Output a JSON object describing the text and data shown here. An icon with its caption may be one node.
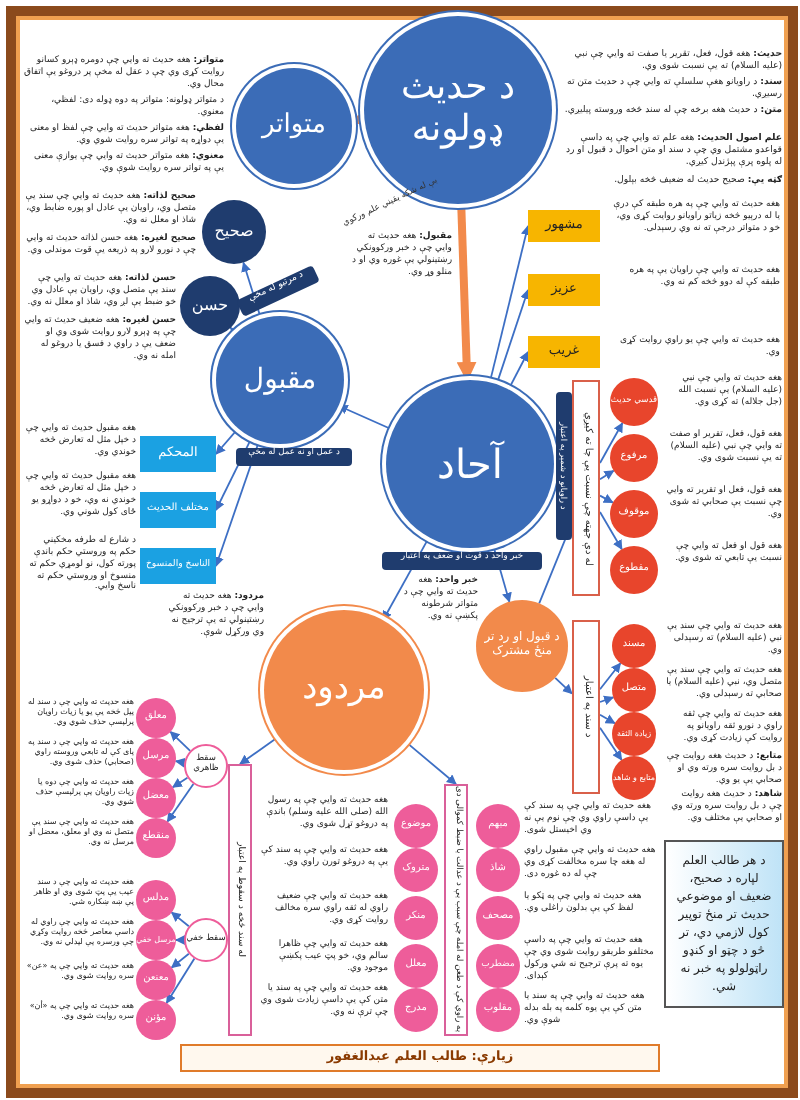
{
  "diagram": {
    "nodes": [
      {
        "text": [
          "د حدیث ډولونه"
        ]
      },
      {
        "text": [
          "متواتر"
        ],
        "beside": [
          "**متواتر:** هغه حدیث ته وایي چې دومره ډېرو کسانو روایت کړی وي چې د عقل له مخې پر دروغو یې اتفاق محال وي.",
          "د متواتر ډولونه: متواتر په دوه ډوله دی: لفظي، معنوي.",
          "**لفظي:** هغه متواتر حدیث ته وایي چې لفظ او معنی یې دواړه په تواتر سره روایت شوي وي.",
          "**معنوي:** هغه متواتر حدیث ته وایي چې یوازې معنی یې په تواتر سره روایت شوې وي."
        ]
      },
      {
        "text": [
          "آحاد"
        ]
      },
      {
        "text": [
          "مقبول"
        ]
      },
      {
        "text": [
          "مردود"
        ],
        "beside": [
          "**مردود:** هغه حدیث ته وایي چې د خبر ورکوونکي رښتینولي ته یې ترجیح نه وي ورکړل شوې."
        ]
      },
      {
        "text": [
          "صحیح"
        ],
        "beside": [
          "**صحیح لذاته:** هغه حدیث ته وایي چې سند یې متصل وي، راویان یې عادل او پوره ضابط وي، شاذ او معلل نه وي.",
          "**صحیح لغیره:** هغه حسن لذاته حدیث ته وایي چې د نورو لارو په ذریعه یې قوت موندلی وي."
        ]
      },
      {
        "text": [
          "حسن"
        ],
        "beside": [
          "**حسن لذاته:** هغه حدیث ته وایي چې سند یې متصل وي، راویان یې عادل وي خو ضبط یې لږ وي، شاذ او معلل نه وي.",
          "**حسن لغیره:** هغه ضعیف حدیث ته وایي چې په ډېرو لارو روایت شوی وي او ضعف یې د راوي د فسق یا دروغو له امله نه وي."
        ]
      },
      {
        "text": [
          "المحکم"
        ],
        "beside": [
          "هغه مقبول حدیث ته وایي چې د خپل مثل له تعارض څخه خوندي وي."
        ]
      },
      {
        "text": [
          "مختلف الحدیث"
        ],
        "beside": [
          "هغه مقبول حدیث ته وایي چې د خپل مثل له تعارض څخه خوندي نه وي، خو د دواړو یو ځای کول شوني وي."
        ]
      },
      {
        "text": [
          "الناسخ والمنسوخ"
        ],
        "beside": [
          "د شارع له طرفه مخکیني حکم په وروستي حکم باندې پورته کول، نو لومړي حکم ته منسوخ او وروستي حکم ته ناسخ وایي."
        ]
      },
      {
        "text": [
          "مشهور"
        ],
        "beside": [
          "هغه حدیث ته وایي چې په هره طبقه کې درې یا له درېیو څخه زیاتو راویانو روایت کړی وي، خو د متواتر درجې ته نه وي رسېدلی."
        ]
      },
      {
        "text": [
          "عزیز"
        ],
        "beside": [
          "هغه حدیث ته وایي چې راویان یې په هره طبقه کې له دوو څخه کم نه وي."
        ]
      },
      {
        "text": [
          "غریب"
        ],
        "beside": [
          "هغه حدیث ته وایي چې یو راوي روایت کړی وي."
        ]
      },
      {
        "text": [
          "د قبول او رد تر منځ مشترک"
        ]
      },
      {
        "text": [
          "له دې جهته چې نسبت یې چا ته کیږي"
        ]
      },
      {
        "text": [
          "قدسي حدیث"
        ],
        "beside": [
          "هغه حدیث ته وایي چې نبي (علیه السلام) یې نسبت الله (جل جلاله) ته کړی وي."
        ]
      },
      {
        "text": [
          "مرفوع"
        ],
        "beside": [
          "هغه قول، فعل، تقریر او صفت ته وایي چې نبي (علیه السلام) ته یې نسبت شوی وي."
        ]
      },
      {
        "text": [
          "موقوف"
        ],
        "beside": [
          "هغه قول، فعل او تقریر ته وایي چې نسبت یې صحابي ته شوی وي."
        ]
      },
      {
        "text": [
          "مقطوع"
        ],
        "beside": [
          "هغه قول او فعل ته وایي چې نسبت یې تابعي ته شوی وي."
        ]
      },
      {
        "text": [
          "د سند په اعتبار"
        ]
      },
      {
        "text": [
          "مسند"
        ],
        "beside": [
          "هغه حدیث ته وایي چې سند یې نبي (علیه السلام) ته رسېدلی وي."
        ]
      },
      {
        "text": [
          "متصل"
        ],
        "beside": [
          "هغه حدیث ته وایي چې سند یې متصل وي، نبي (علیه السلام) یا صحابي ته رسېدلی وي."
        ]
      },
      {
        "text": [
          "زیادة الثقة"
        ],
        "beside": [
          "هغه حدیث ته وایي چې ثقه راوي د نورو ثقه راویانو په روایت کې زیادت کړی وي."
        ]
      },
      {
        "text": [
          "متابع و شاهد"
        ],
        "beside": [
          "**متابع:** د حدیث هغه روایت چې د بل روایت سره ورته وي او صحابي یې یو وي.",
          "**شاهد:** د حدیث هغه روایت چې د بل روایت سره ورته وي او صحابي یې مختلف وي."
        ]
      },
      {
        "text": [
          "له سند څخه د سقوط په اعتبار"
        ]
      },
      {
        "text": [
          "سقط ظاهري"
        ]
      },
      {
        "text": [
          "معلق"
        ],
        "beside": [
          "هغه حدیث ته وایي چې د سند له پیل څخه یې یو یا زیات راویان پرلپسې حذف شوي وي."
        ]
      },
      {
        "text": [
          "مرسل"
        ],
        "beside": [
          "هغه حدیث ته وایي چې د سند په پای کې له تابعي وروسته راوي (صحابي) حذف شوی وي."
        ]
      },
      {
        "text": [
          "معضل"
        ],
        "beside": [
          "هغه حدیث ته وایي چې دوه یا زیات راویان یې پرلپسې حذف شوي وي."
        ]
      },
      {
        "text": [
          "منقطع"
        ],
        "beside": [
          "هغه حدیث ته وایي چې سند یې متصل نه وي او معلق، معضل او مرسل نه وي."
        ]
      },
      {
        "text": [
          "سقط خفي"
        ]
      },
      {
        "text": [
          "مدلس"
        ],
        "beside": [
          "هغه حدیث ته وایي چې د سند عیب یې پټ شوی وي او ظاهر یې ښه ښکاره شي."
        ]
      },
      {
        "text": [
          "مرسل خفي"
        ],
        "beside": [
          "هغه حدیث ته وایي چې راوي له داسې معاصر څخه روایت وکړي چې ورسره یې لیدلي نه وي."
        ]
      },
      {
        "text": [
          "معنعن"
        ],
        "beside": [
          "هغه حدیث ته وایي چې په «عن» سره روایت شوی وي."
        ]
      },
      {
        "text": [
          "مؤنن"
        ],
        "beside": [
          "هغه حدیث ته وایي چې په «أن» سره روایت شوی وي."
        ]
      },
      {
        "text": [
          "په راوي کې د طعن له امله چې سبب یې د عدالت یا ضبط کموالی دی"
        ]
      },
      {
        "text": [
          "موضوع"
        ],
        "beside": [
          "هغه حدیث ته وایي چې په رسول الله (صلی الله علیه وسلم) باندې په دروغو تړل شوی وي."
        ]
      },
      {
        "text": [
          "متروک"
        ],
        "beside": [
          "هغه حدیث ته وایي چې په سند کې یې په دروغو تورن راوي وي."
        ]
      },
      {
        "text": [
          "منکر"
        ],
        "beside": [
          "هغه حدیث ته وایي چې ضعیف راوي له ثقه راوي سره مخالف روایت کړی وي."
        ]
      },
      {
        "text": [
          "معلل"
        ],
        "beside": [
          "هغه حدیث ته وایي چې ظاهرا سالم وي، خو پټ عیب پکښې موجود وي."
        ]
      },
      {
        "text": [
          "مدرج"
        ],
        "beside": [
          "هغه حدیث ته وایي چې په سند یا متن کې یې داسې زیادت شوی وي چې ترې نه وي."
        ]
      },
      {
        "text": [
          "مبهم"
        ],
        "beside": [
          "هغه حدیث ته وایي چې په سند کې یې داسې راوي وي چې نوم یې نه وي اخیستل شوی."
        ]
      },
      {
        "text": [
          "شاذ"
        ],
        "beside": [
          "هغه حدیث ته وایي چې مقبول راوي له هغه چا سره مخالفت کړی وي چې له ده غوره دی."
        ]
      },
      {
        "text": [
          "مصحف"
        ],
        "beside": [
          "هغه حدیث ته وایي چې په ټکو یا لفظ کې یې بدلون راغلی وي."
        ]
      },
      {
        "text": [
          "مضطرب"
        ],
        "beside": [
          "هغه حدیث ته وایي چې په داسې مختلفو طریقو روایت شوی وي چې یوه ته پرې ترجیح نه شي ورکول کېدای."
        ]
      },
      {
        "text": [
          "مقلوب"
        ],
        "beside": [
          "هغه حدیث ته وایي چې په سند یا متن کې یې یوه کلمه په بله بدله شوې وي."
        ]
      },
      {
        "text": [
          "د هر طالب العلم لپاره د صحیح، ضعیف او موضوعي حدیث تر منځ توپیر کول لازمي دي، تر څو د چټو او کنډو راټولولو په خبر نه شي."
        ]
      },
      {
        "text": [
          "زیارې: طالب العلم عبدالغفور"
        ]
      }
    ],
    "edges": [
      {
        "from": 0,
        "to": 1,
        "arrow": "to",
        "style": "thick",
        "color": "#f28a4b"
      },
      {
        "from": 0,
        "to": 2,
        "arrow": "to",
        "style": "thick",
        "color": "#f28a4b"
      },
      {
        "from": 2,
        "to": 3,
        "arrow": "to"
      },
      {
        "from": 2,
        "to": 4,
        "arrow": "to"
      },
      {
        "from": 2,
        "to": 13,
        "arrow": "to"
      },
      {
        "from": 2,
        "to": 10,
        "arrow": "to"
      },
      {
        "from": 2,
        "to": 11,
        "arrow": "to"
      },
      {
        "from": 2,
        "to": 12,
        "arrow": "to"
      },
      {
        "from": 3,
        "to": 5,
        "arrow": "to"
      },
      {
        "from": 3,
        "to": 6,
        "arrow": "to"
      },
      {
        "from": 3,
        "to": 7,
        "arrow": "to"
      },
      {
        "from": 3,
        "to": 8,
        "arrow": "to"
      },
      {
        "from": 3,
        "to": 9,
        "arrow": "to"
      },
      {
        "from": 13,
        "to": 14,
        "arrow": "to"
      },
      {
        "from": 14,
        "to": 15,
        "arrow": "to"
      },
      {
        "from": 14,
        "to": 16,
        "arrow": "to"
      },
      {
        "from": 14,
        "to": 17,
        "arrow": "to"
      },
      {
        "from": 14,
        "to": 18,
        "arrow": "to"
      },
      {
        "from": 13,
        "to": 19,
        "arrow": "to"
      },
      {
        "from": 19,
        "to": 20,
        "arrow": "to"
      },
      {
        "from": 19,
        "to": 21,
        "arrow": "to"
      },
      {
        "from": 19,
        "to": 22,
        "arrow": "to"
      },
      {
        "from": 19,
        "to": 23,
        "arrow": "to"
      },
      {
        "from": 4,
        "to": 24,
        "arrow": "to"
      },
      {
        "from": 4,
        "to": 35,
        "arrow": "to"
      },
      {
        "from": 25,
        "to": 26,
        "arrow": "to"
      },
      {
        "from": 25,
        "to": 27,
        "arrow": "to"
      },
      {
        "from": 25,
        "to": 28,
        "arrow": "to"
      },
      {
        "from": 25,
        "to": 29,
        "arrow": "to"
      },
      {
        "from": 30,
        "to": 31,
        "arrow": "to"
      },
      {
        "from": 30,
        "to": 32,
        "arrow": "to"
      },
      {
        "from": 30,
        "to": 33,
        "arrow": "to"
      },
      {
        "from": 30,
        "to": 34,
        "arrow": "to"
      }
    ],
    "labels": [
      "**حدیث:** هغه قول، فعل، تقریر یا صفت ته وایي چې نبي (علیه السلام) ته یې نسبت شوی وي.",
      "**سند:** د راویانو هغې سلسلې ته وایي چې د حدیث متن ته رسیږي.",
      "**متن:** د حدیث هغه برخه چې له سند څخه وروسته پیلیږي.",
      "**علم اصول الحدیث:** هغه علم ته وایي چې په داسې قواعدو مشتمل وي چې د سند او متن احوال د قبول او رد له پلوه پرې پېژندل کیږي.",
      "**ګټه یې:** صحیح حدیث له ضعیف څخه بېلول.",
      "بې له شکه یقیني علم ورکوي",
      "د مرتبو له مخې",
      "د عمل او نه عمل له مخې",
      "د راویانو د شمېر په اعتبار",
      "خبر واحد د قوت او ضعف په اعتبار",
      "**مقبول:** هغه حدیث ته وایي چې د خبر ورکوونکي رښتینولي یې غوره وي او د منلو وړ وي.",
      "**خبر واحد:** هغه حدیث ته وایي چې د متواتر شرطونه پکښې نه وي."
    ]
  }
}
